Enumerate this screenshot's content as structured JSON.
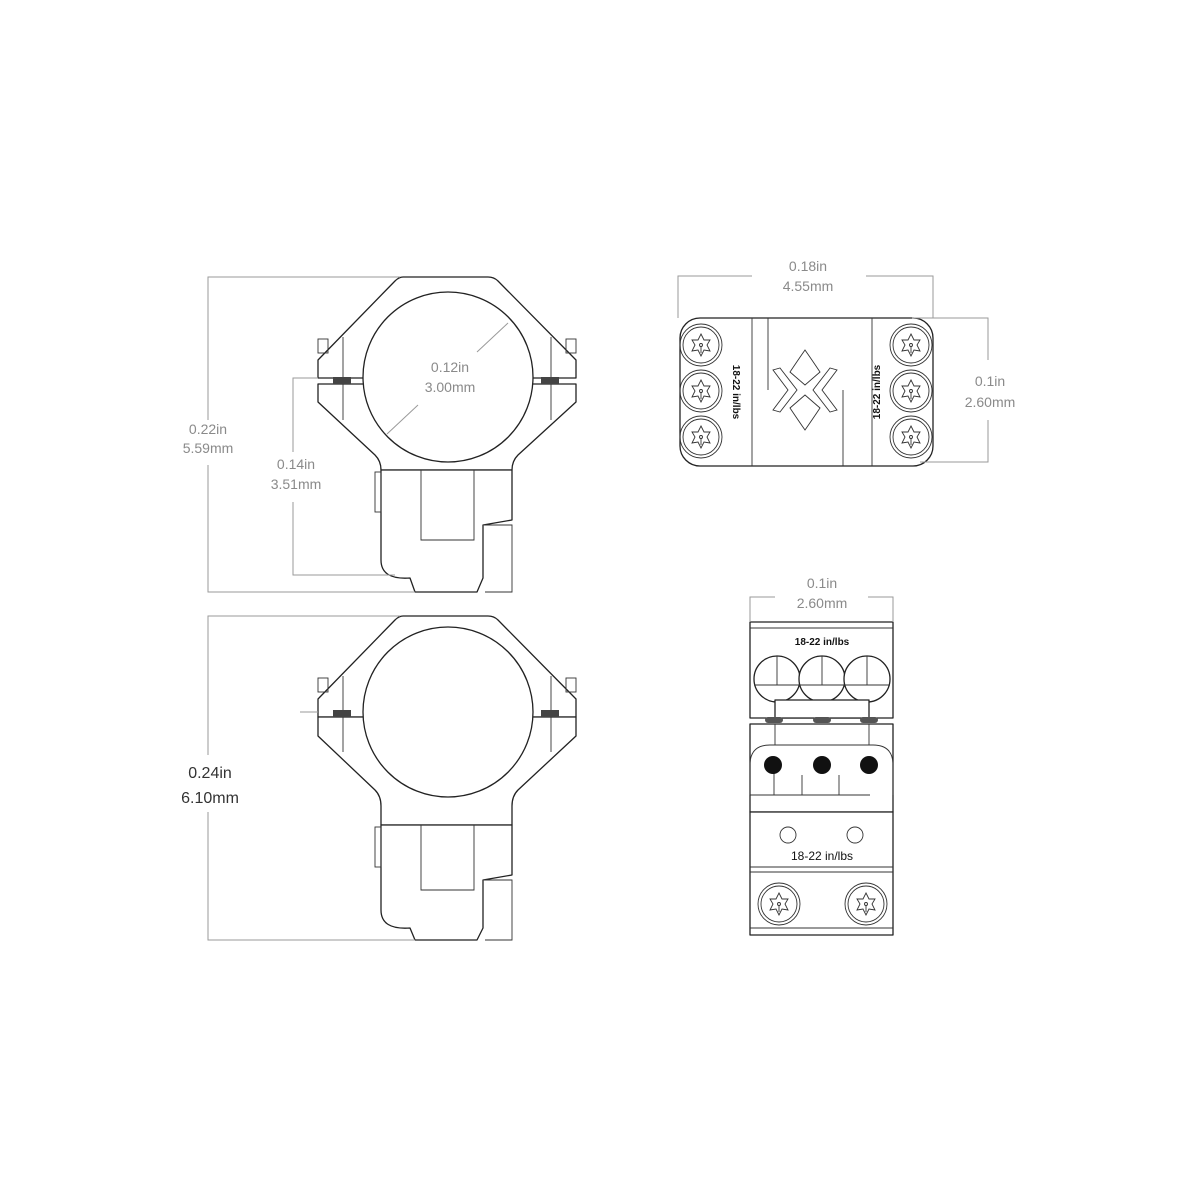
{
  "front_view_top": {
    "overall_height": {
      "in": "0.22in",
      "mm": "5.59mm"
    },
    "center_height": {
      "in": "0.14in",
      "mm": "3.51mm"
    },
    "ring_diameter": {
      "in": "0.12in",
      "mm": "3.00mm"
    }
  },
  "front_view_bottom": {
    "overall_height": {
      "in": "0.24in",
      "mm": "6.10mm"
    }
  },
  "top_view": {
    "length": {
      "in": "0.18in",
      "mm": "4.55mm"
    },
    "width": {
      "in": "0.1in",
      "mm": "2.60mm"
    },
    "torque_left": "18-22 in/lbs",
    "torque_right": "18-22 in/lbs"
  },
  "side_view": {
    "width": {
      "in": "0.1in",
      "mm": "2.60mm"
    },
    "torque_top": "18-22 in/lbs",
    "torque_bottom": "18-22 in/lbs"
  }
}
